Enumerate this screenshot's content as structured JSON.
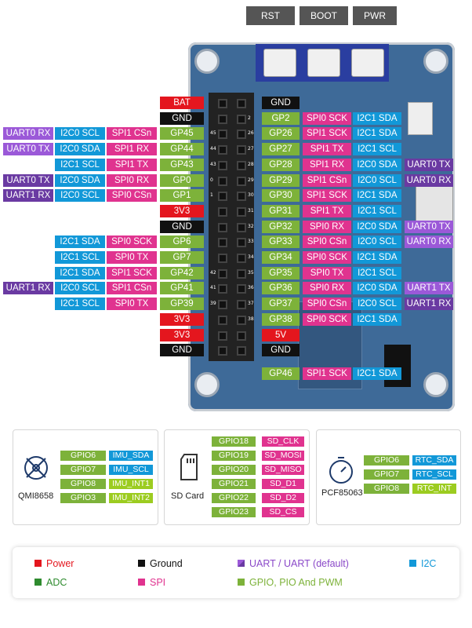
{
  "top_buttons": [
    "RST",
    "BOOT",
    "PWR"
  ],
  "colors": {
    "power": "#e4161e",
    "ground": "#111111",
    "uart": "#9b59d8",
    "uart_default": "#6a3aa2",
    "i2c": "#1298d8",
    "adc": "#2e8b2e",
    "spi": "#e0338f",
    "gpio": "#7db23a"
  },
  "left_rows": [
    [
      "",
      "",
      "",
      "BAT"
    ],
    [
      "",
      "",
      "",
      "GND"
    ],
    [
      "UART0 RX",
      "I2C0 SCL",
      "SPI1 CSn",
      "GP45"
    ],
    [
      "UART0 TX",
      "I2C0 SDA",
      "SPI1 RX",
      "GP44"
    ],
    [
      "",
      "I2C1 SCL",
      "SPI1 TX",
      "GP43"
    ],
    [
      "UART0 TX",
      "I2C0 SDA",
      "SPI0 RX",
      "GP0"
    ],
    [
      "UART1 RX",
      "I2C0 SCL",
      "SPI0 CSn",
      "GP1"
    ],
    [
      "",
      "",
      "",
      "3V3"
    ],
    [
      "",
      "",
      "",
      "GND"
    ],
    [
      "",
      "I2C1 SDA",
      "SPI0 SCK",
      "GP6"
    ],
    [
      "",
      "I2C1 SCL",
      "SPI0 TX",
      "GP7"
    ],
    [
      "",
      "I2C1 SDA",
      "SPI1 SCK",
      "GP42"
    ],
    [
      "UART1 RX",
      "I2C0 SCL",
      "SPI1 CSn",
      "GP41"
    ],
    [
      "",
      "I2C1 SCL",
      "SPI0 TX",
      "GP39"
    ],
    [
      "",
      "",
      "",
      "3V3"
    ],
    [
      "",
      "",
      "",
      "3V3"
    ],
    [
      "",
      "",
      "",
      "GND"
    ]
  ],
  "right_rows": [
    [
      "GND",
      "",
      "",
      ""
    ],
    [
      "GP2",
      "SPI0 SCK",
      "I2C1 SDA",
      ""
    ],
    [
      "GP26",
      "SPI1 SCK",
      "I2C1 SDA",
      ""
    ],
    [
      "GP27",
      "SPI1 TX",
      "I2C1 SCL",
      ""
    ],
    [
      "GP28",
      "SPI1 RX",
      "I2C0 SDA",
      "UART0 TX"
    ],
    [
      "GP29",
      "SPI1 CSn",
      "I2C0 SCL",
      "UART0 RX"
    ],
    [
      "GP30",
      "SPI1 SCK",
      "I2C1 SDA",
      ""
    ],
    [
      "GP31",
      "SPI1 TX",
      "I2C1 SCL",
      ""
    ],
    [
      "GP32",
      "SPI0 RX",
      "I2C0 SDA",
      "UART0 TX"
    ],
    [
      "GP33",
      "SPI0 CSn",
      "I2C0 SCL",
      "UART0 RX"
    ],
    [
      "GP34",
      "SPI0 SCK",
      "I2C1 SDA",
      ""
    ],
    [
      "GP35",
      "SPI0 TX",
      "I2C1 SCL",
      ""
    ],
    [
      "GP36",
      "SPI0 RX",
      "I2C0 SDA",
      "UART1 TX"
    ],
    [
      "GP37",
      "SPI0 CSn",
      "I2C0 SCL",
      "UART1 RX"
    ],
    [
      "GP38",
      "SPI0 SCK",
      "I2C1 SDA",
      ""
    ],
    [
      "5V",
      "",
      "",
      ""
    ],
    [
      "GND",
      "",
      "",
      ""
    ],
    [
      "GP46",
      "SPI1 SCK",
      "I2C1 SDA",
      ""
    ]
  ],
  "pin_numbers_left": [
    "",
    "",
    "45",
    "44",
    "43",
    "0",
    "1",
    "",
    "",
    "",
    "",
    "42",
    "41",
    "39",
    "",
    "",
    ""
  ],
  "pin_numbers_right": [
    "",
    "2",
    "26",
    "27",
    "28",
    "29",
    "30",
    "31",
    "32",
    "33",
    "34",
    "35",
    "36",
    "37",
    "38",
    "",
    "",
    ""
  ],
  "panels": {
    "imu": {
      "name": "QMI8658",
      "rows": [
        [
          "GPIO6",
          "IMU_SDA"
        ],
        [
          "GPIO7",
          "IMU_SCL"
        ],
        [
          "GPIO8",
          "IMU_INT1"
        ],
        [
          "GPIO3",
          "IMU_INT2"
        ]
      ]
    },
    "sd": {
      "name": "SD Card",
      "rows": [
        [
          "GPIO18",
          "SD_CLK"
        ],
        [
          "GPIO19",
          "SD_MOSI"
        ],
        [
          "GPIO20",
          "SD_MISO"
        ],
        [
          "GPIO21",
          "SD_D1"
        ],
        [
          "GPIO22",
          "SD_D2"
        ],
        [
          "GPIO23",
          "SD_CS"
        ]
      ]
    },
    "rtc": {
      "name": "PCF85063",
      "rows": [
        [
          "GPIO6",
          "RTC_SDA"
        ],
        [
          "GPIO7",
          "RTC_SCL"
        ],
        [
          "GPIO8",
          "RTC_INT"
        ]
      ]
    }
  },
  "legend": {
    "power": "Power",
    "ground": "Ground",
    "uart": "UART / UART (default)",
    "i2c": "I2C",
    "adc": "ADC",
    "spi": "SPI",
    "gpio": "GPIO, PIO And PWM"
  }
}
